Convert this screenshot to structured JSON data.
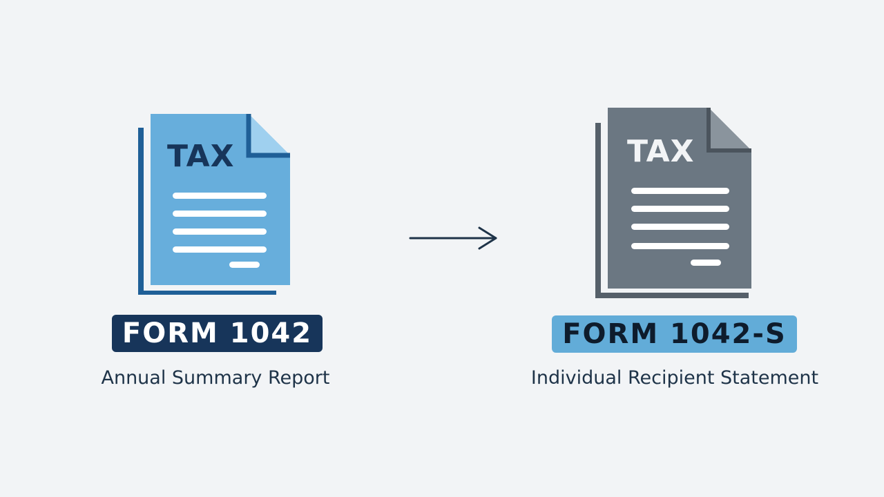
{
  "colors": {
    "background": "#f2f4f6",
    "doc_left_fill": "#67aedc",
    "doc_left_dark": "#1f5f97",
    "doc_right_fill": "#6b7782",
    "doc_right_dark": "#56606a",
    "badge_left_bg": "#17355a",
    "badge_right_bg": "#62acd8",
    "arrow": "#1e3348"
  },
  "left": {
    "icon": "tax-document-icon",
    "doc_label": "TAX",
    "badge": "FORM 1042",
    "caption": "Annual Summary Report"
  },
  "right": {
    "icon": "tax-document-icon",
    "doc_label": "TAX",
    "badge": "FORM 1042-S",
    "caption": "Individual Recipient Statement"
  },
  "connector": {
    "icon": "arrow-right-icon"
  }
}
